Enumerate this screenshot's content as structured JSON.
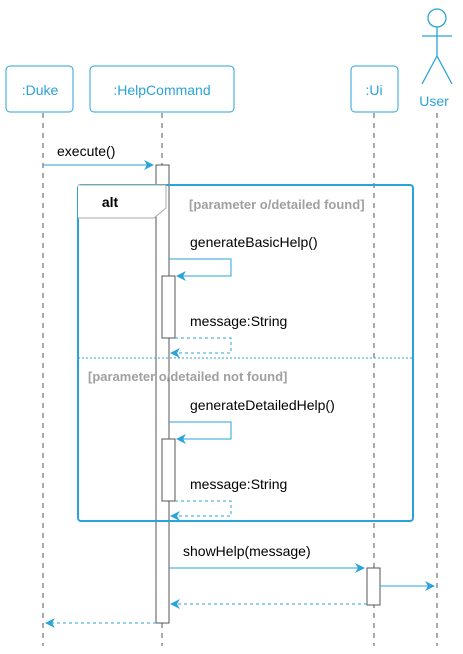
{
  "colors": {
    "accent": "#2aa3d8",
    "lifeline": "#555555",
    "guard": "#a0a0a0",
    "text": "#000000"
  },
  "participants": {
    "duke": ":Duke",
    "helpcommand": ":HelpCommand",
    "ui": ":Ui",
    "user": "User"
  },
  "messages": {
    "execute": "execute()",
    "generate_basic": "generateBasicHelp()",
    "return_basic": "message:String",
    "generate_detailed": "generateDetailedHelp()",
    "return_detailed": "message:String",
    "show_help": "showHelp(message)"
  },
  "fragment": {
    "keyword": "alt",
    "guard_1": "[parameter o/detailed found]",
    "guard_2": "[parameter o/detailed not found]"
  }
}
